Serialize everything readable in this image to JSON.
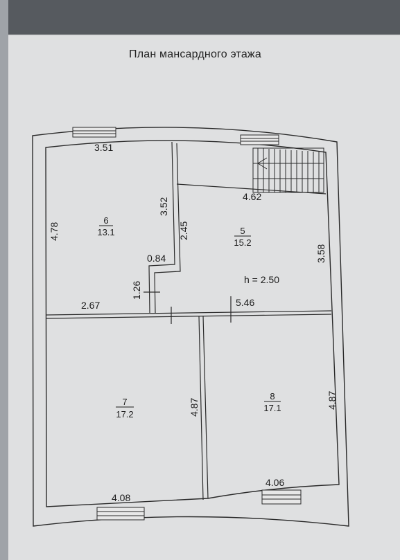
{
  "title": "План мансардного этажа",
  "rooms": [
    {
      "number": "6",
      "area": "13.1"
    },
    {
      "number": "5",
      "area": "15.2"
    },
    {
      "number": "7",
      "area": "17.2"
    },
    {
      "number": "8",
      "area": "17.1"
    }
  ],
  "height_note": "h = 2.50",
  "dims": {
    "top_room6": "3.51",
    "left_room6": "4.78",
    "right_room6": "3.52",
    "step_vertical": "2.45",
    "step_horizontal": "0.84",
    "small_vertical": "1.26",
    "mid_left": "2.67",
    "mid_right": "5.46",
    "top_room5": "4.62",
    "right_room5": "3.58",
    "room7_height": "4.87",
    "room8_height": "4.87",
    "bottom_room7": "4.08",
    "bottom_room8": "4.06"
  }
}
